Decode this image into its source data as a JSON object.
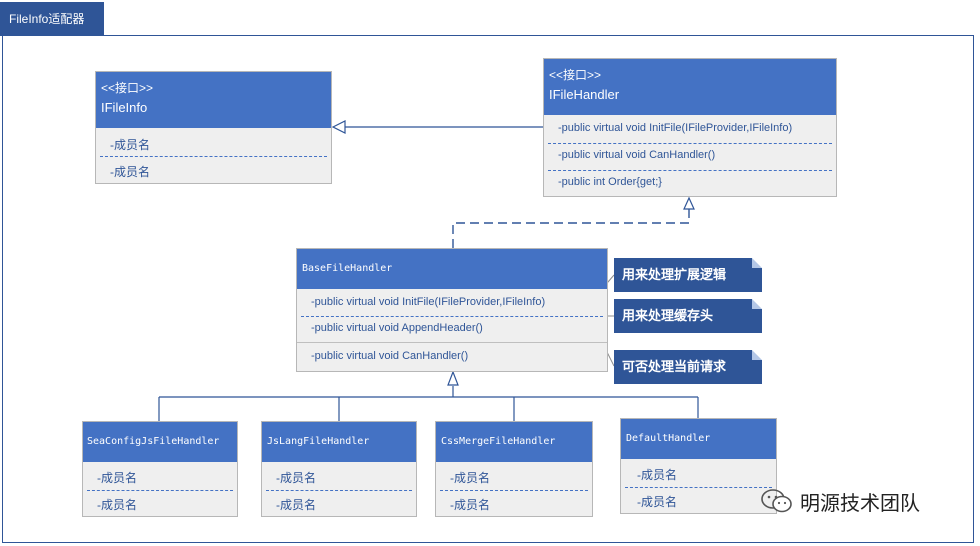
{
  "tab": {
    "title": "FileInfo适配器"
  },
  "ifileinfo": {
    "stereotype": "<<接口>>",
    "name": "IFileInfo",
    "members": [
      "-成员名",
      "-成员名"
    ]
  },
  "ifilehandler": {
    "stereotype": "<<接口>>",
    "name": "IFileHandler",
    "members": [
      "-public virtual void InitFile(IFileProvider,IFileInfo)",
      "-public virtual void CanHandler()",
      "-public int Order{get;}"
    ]
  },
  "basefilehandler": {
    "name": "BaseFileHandler",
    "members": [
      "-public virtual void InitFile(IFileProvider,IFileInfo)",
      "-public virtual void AppendHeader()",
      "-public virtual void CanHandler()"
    ]
  },
  "notes": [
    "用来处理扩展逻辑",
    "用来处理缓存头",
    "可否处理当前请求"
  ],
  "subclasses": [
    {
      "name": "SeaConfigJsFileHandler",
      "members": [
        "-成员名",
        "-成员名"
      ]
    },
    {
      "name": "JsLangFileHandler",
      "members": [
        "-成员名",
        "-成员名"
      ]
    },
    {
      "name": "CssMergeFileHandler",
      "members": [
        "-成员名",
        "-成员名"
      ]
    },
    {
      "name": "DefaultHandler",
      "members": [
        "-成员名",
        "-成员名"
      ]
    }
  ],
  "watermark": "明源技术团队",
  "colors": {
    "class_header": "#4472c4",
    "frame": "#2f5597",
    "note": "#2f5597",
    "body": "#efefef"
  }
}
